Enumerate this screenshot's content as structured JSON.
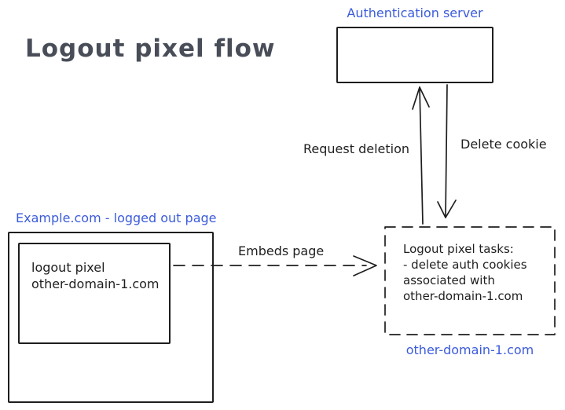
{
  "title": "Logout pixel flow",
  "colors": {
    "ink": "#1e1e1e",
    "accent_blue": "#3b5bdb",
    "title_gray": "#484d58",
    "background": "#ffffff"
  },
  "auth_server": {
    "label": "Authentication server"
  },
  "arrows": {
    "request_deletion_label": "Request deletion",
    "delete_cookie_label": "Delete cookie",
    "embeds_page_label": "Embeds page"
  },
  "example_page": {
    "label": "Example.com - logged out page",
    "pixel_box_lines": [
      "logout pixel",
      "other-domain-1.com"
    ]
  },
  "pixel_tasks": {
    "lines": [
      "Logout pixel tasks:",
      "- delete auth cookies",
      "associated with",
      "other-domain-1.com"
    ],
    "caption": "other-domain-1.com"
  }
}
